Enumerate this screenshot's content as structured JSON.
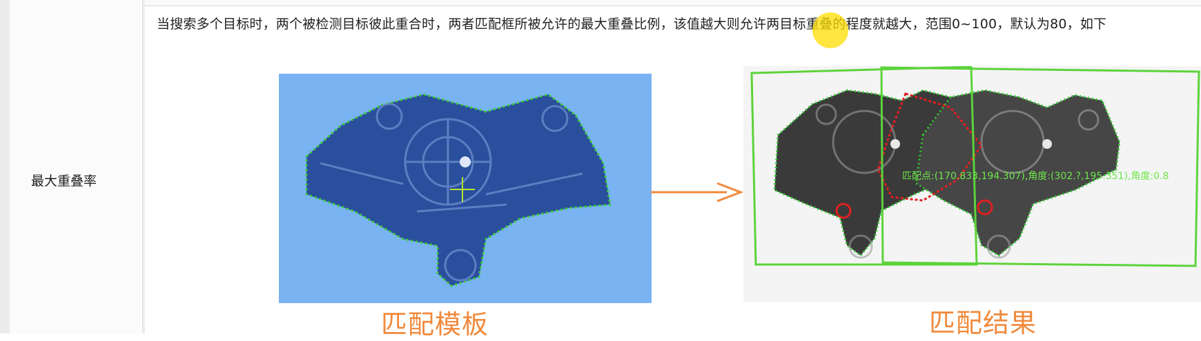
{
  "row": {
    "label": "最大重叠率",
    "description": "当搜索多个目标时，两个被检测目标彼此重合时，两者匹配框所被允许的最大重叠比例，该值越大则允许两目标重叠的程度就越大，范围0~100，默认为80，如下"
  },
  "figure": {
    "template_caption": "匹配模板",
    "result_caption": "匹配结果",
    "overlay_text": "匹配点:(170.833,194.307),角度:(302.?,195.351),角度:0.8"
  },
  "colors": {
    "template_bg": "#7ab3f2",
    "caption": "#f08a3c",
    "match_box": "#5cd33a",
    "contour": "#2ecc2e",
    "overlap": "#e02020",
    "cursor": "#ffd800"
  }
}
